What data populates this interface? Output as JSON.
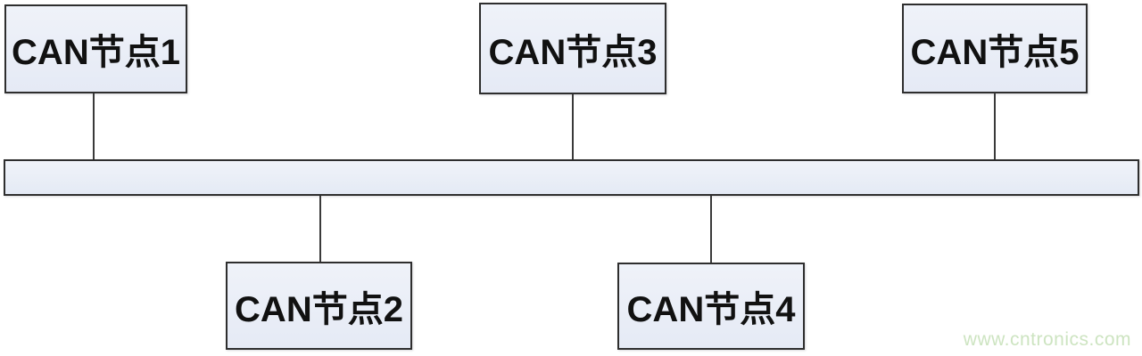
{
  "diagram": {
    "type": "bus-topology",
    "description": "CAN bus network topology with five nodes attached to a shared bus",
    "nodes": [
      {
        "id": "can-node-1",
        "label": "CAN节点1",
        "position": "top"
      },
      {
        "id": "can-node-2",
        "label": "CAN节点2",
        "position": "bottom"
      },
      {
        "id": "can-node-3",
        "label": "CAN节点3",
        "position": "top"
      },
      {
        "id": "can-node-4",
        "label": "CAN节点4",
        "position": "bottom"
      },
      {
        "id": "can-node-5",
        "label": "CAN节点5",
        "position": "top"
      }
    ],
    "bus": {
      "label": "",
      "connected_nodes": [
        "can-node-1",
        "can-node-2",
        "can-node-3",
        "can-node-4",
        "can-node-5"
      ]
    },
    "watermark": "www.cntronics.com",
    "colors": {
      "node_fill": "#e7ecf6",
      "node_border": "#2e2e2e",
      "connector_line": "#3a3a3a",
      "text": "#111111",
      "watermark": "#cde4c1",
      "background": "#ffffff"
    }
  }
}
